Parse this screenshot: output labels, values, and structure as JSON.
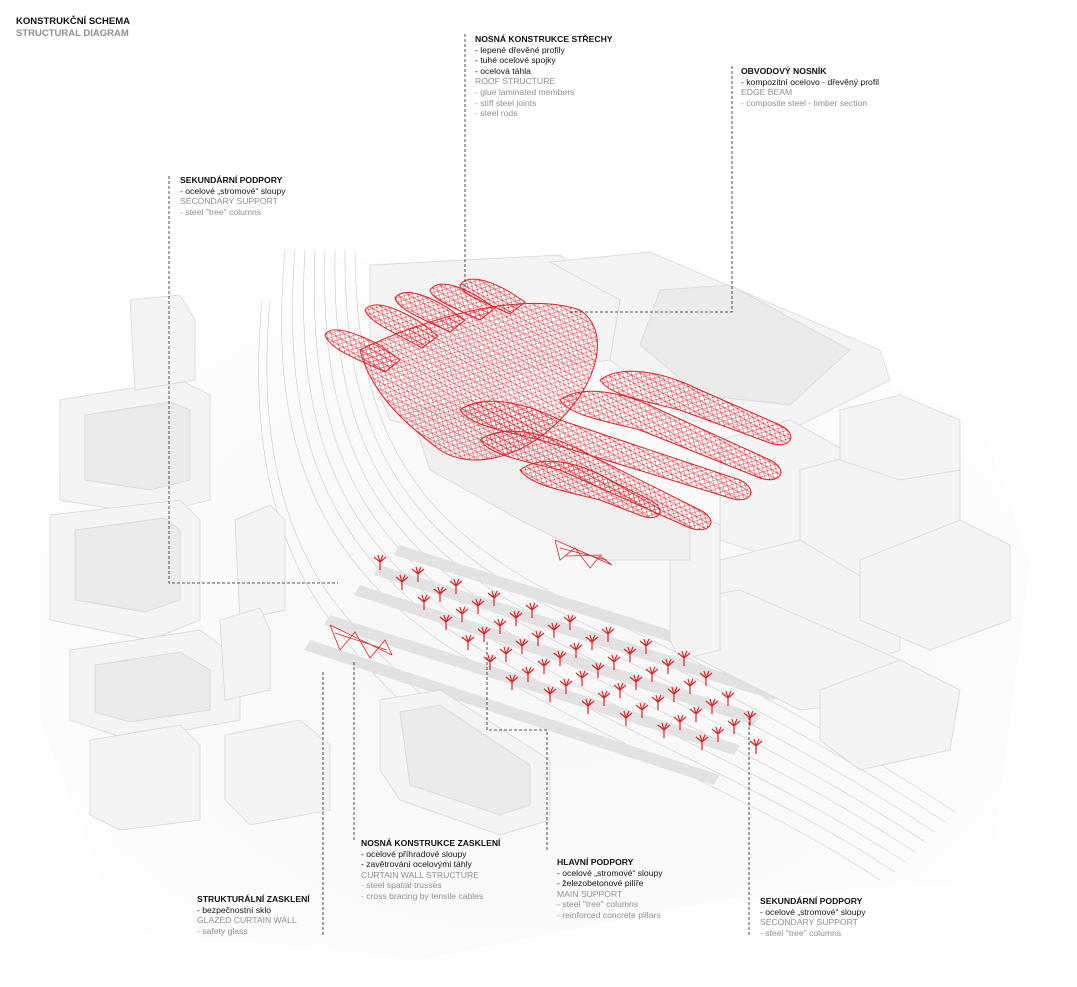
{
  "header": {
    "title_cz": "KONSTRUKČNÍ SCHEMA",
    "title_en": "STRUCTURAL DIAGRAM"
  },
  "colors": {
    "accent_red": "#d9242b",
    "building": "#f3f3f3",
    "building_edge": "#d6d6d6",
    "text_gray": "#8e8e8e"
  },
  "labels": {
    "roof": {
      "title": "NOSNÁ KONSTRUKCE STŘECHY",
      "items_cz": [
        "- lepené dřevěné profily",
        "- tuhé ocelové spojky",
        "- ocelová táhla"
      ],
      "title_en": "ROOF STRUCTURE",
      "items_en": [
        "- glue laminated members",
        "- stiff steel joints",
        "- steel rods"
      ]
    },
    "edge_beam": {
      "title": "OBVODOVÝ NOSNÍK",
      "items_cz": [
        "- kompozitní ocelovo - dřevěný profil"
      ],
      "title_en": "EDGE BEAM",
      "items_en": [
        "- composite steel - timber section"
      ]
    },
    "secondary_left": {
      "title": "SEKUNDÁRNÍ PODPORY",
      "items_cz": [
        "- ocelové „stromové“ sloupy"
      ],
      "title_en": "SECONDARY SUPPORT",
      "items_en": [
        "- steel \"tree\" columns"
      ]
    },
    "curtain_structure": {
      "title": "NOSNÁ KONSTRUKCE ZASKLENÍ",
      "items_cz": [
        "- ocelové příhradové sloupy",
        "- zavětrování ocelovými táhly"
      ],
      "title_en": "CURTAIN WALL STRUCTURE",
      "items_en": [
        "- steel spatial trusses",
        "- cross bracing by tensile cables"
      ]
    },
    "main_support": {
      "title": "HLAVNÍ PODPORY",
      "items_cz": [
        "- ocelové „stromové“ sloupy",
        "- železobetonové pilíře"
      ],
      "title_en": "MAIN SUPPORT",
      "items_en": [
        "- steel \"tree\" columns",
        "- reinforced concrete pillars"
      ]
    },
    "glazed_wall": {
      "title": "STRUKTURÁLNÍ ZASKLENÍ",
      "items_cz": [
        "- bezpečnostní sklo"
      ],
      "title_en": "GLAZED CURTAIN WALL",
      "items_en": [
        "- safety glass"
      ]
    },
    "secondary_right": {
      "title": "SEKUNDÁRNÍ PODPORY",
      "items_cz": [
        "- ocelové „stromové“ sloupy"
      ],
      "title_en": "SECONDARY SUPPORT",
      "items_en": [
        "- steel \"tree\" columns"
      ]
    }
  }
}
